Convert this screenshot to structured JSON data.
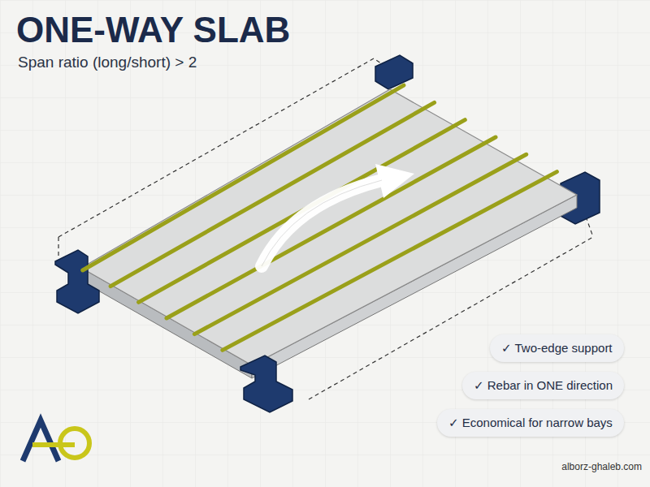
{
  "diagram": {
    "title": "ONE-WAY SLAB",
    "nodes": [
      {
        "text": [
          "✓ Two-edge support"
        ]
      },
      {
        "text": [
          "✓ Rebar in ONE direction"
        ]
      },
      {
        "text": [
          "✓ Economical for narrow bays"
        ]
      }
    ],
    "labels": [
      "Span ratio (long/short) > 2",
      "alborz-ghaleb.com"
    ]
  }
}
